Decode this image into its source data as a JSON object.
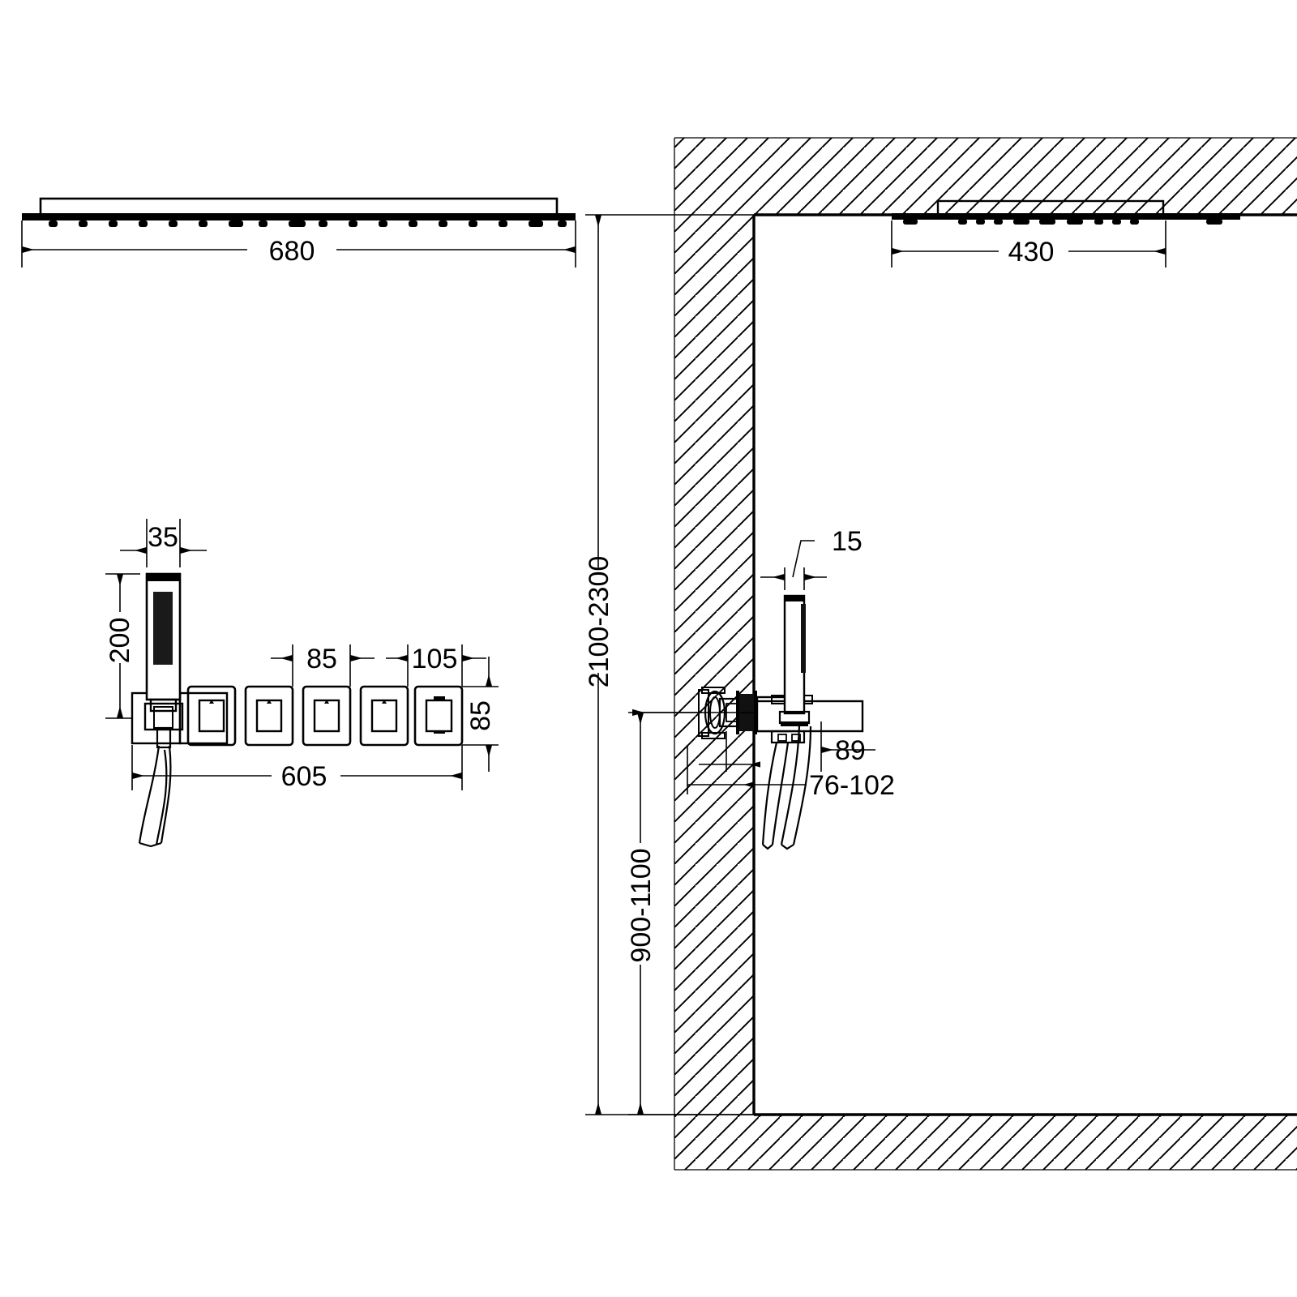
{
  "drawing": {
    "title": "Shower system installation drawing",
    "type": "technical-dimension-drawing",
    "units": "mm",
    "line_color": "#000000",
    "background_color": "#ffffff"
  },
  "views": {
    "front": {
      "name": "front-elevation",
      "dimensions": {
        "overhead_shower_width": "680",
        "handset_width": "35",
        "handset_height": "200",
        "plate_spacing": "85",
        "plate_spacing_wide": "105",
        "plate_height": "85",
        "total_width": "605"
      },
      "valve_plate_count": 5
    },
    "side": {
      "name": "side-section-elevation",
      "dimensions": {
        "ceiling_shower_projection": "430",
        "handset_thickness": "15",
        "ceiling_height": "2100-2300",
        "valve_height": "900-1100",
        "valve_projection": "89",
        "hose_outlet_range": "76-102"
      }
    }
  },
  "labels": {
    "d680": "680",
    "d430": "430",
    "d35": "35",
    "d200": "200",
    "d85": "85",
    "d105": "105",
    "d85v": "85",
    "d605": "605",
    "d15": "15",
    "d2100_2300": "2100-2300",
    "d900_1100": "900-1100",
    "d89": "89",
    "d76_102": "76-102"
  }
}
